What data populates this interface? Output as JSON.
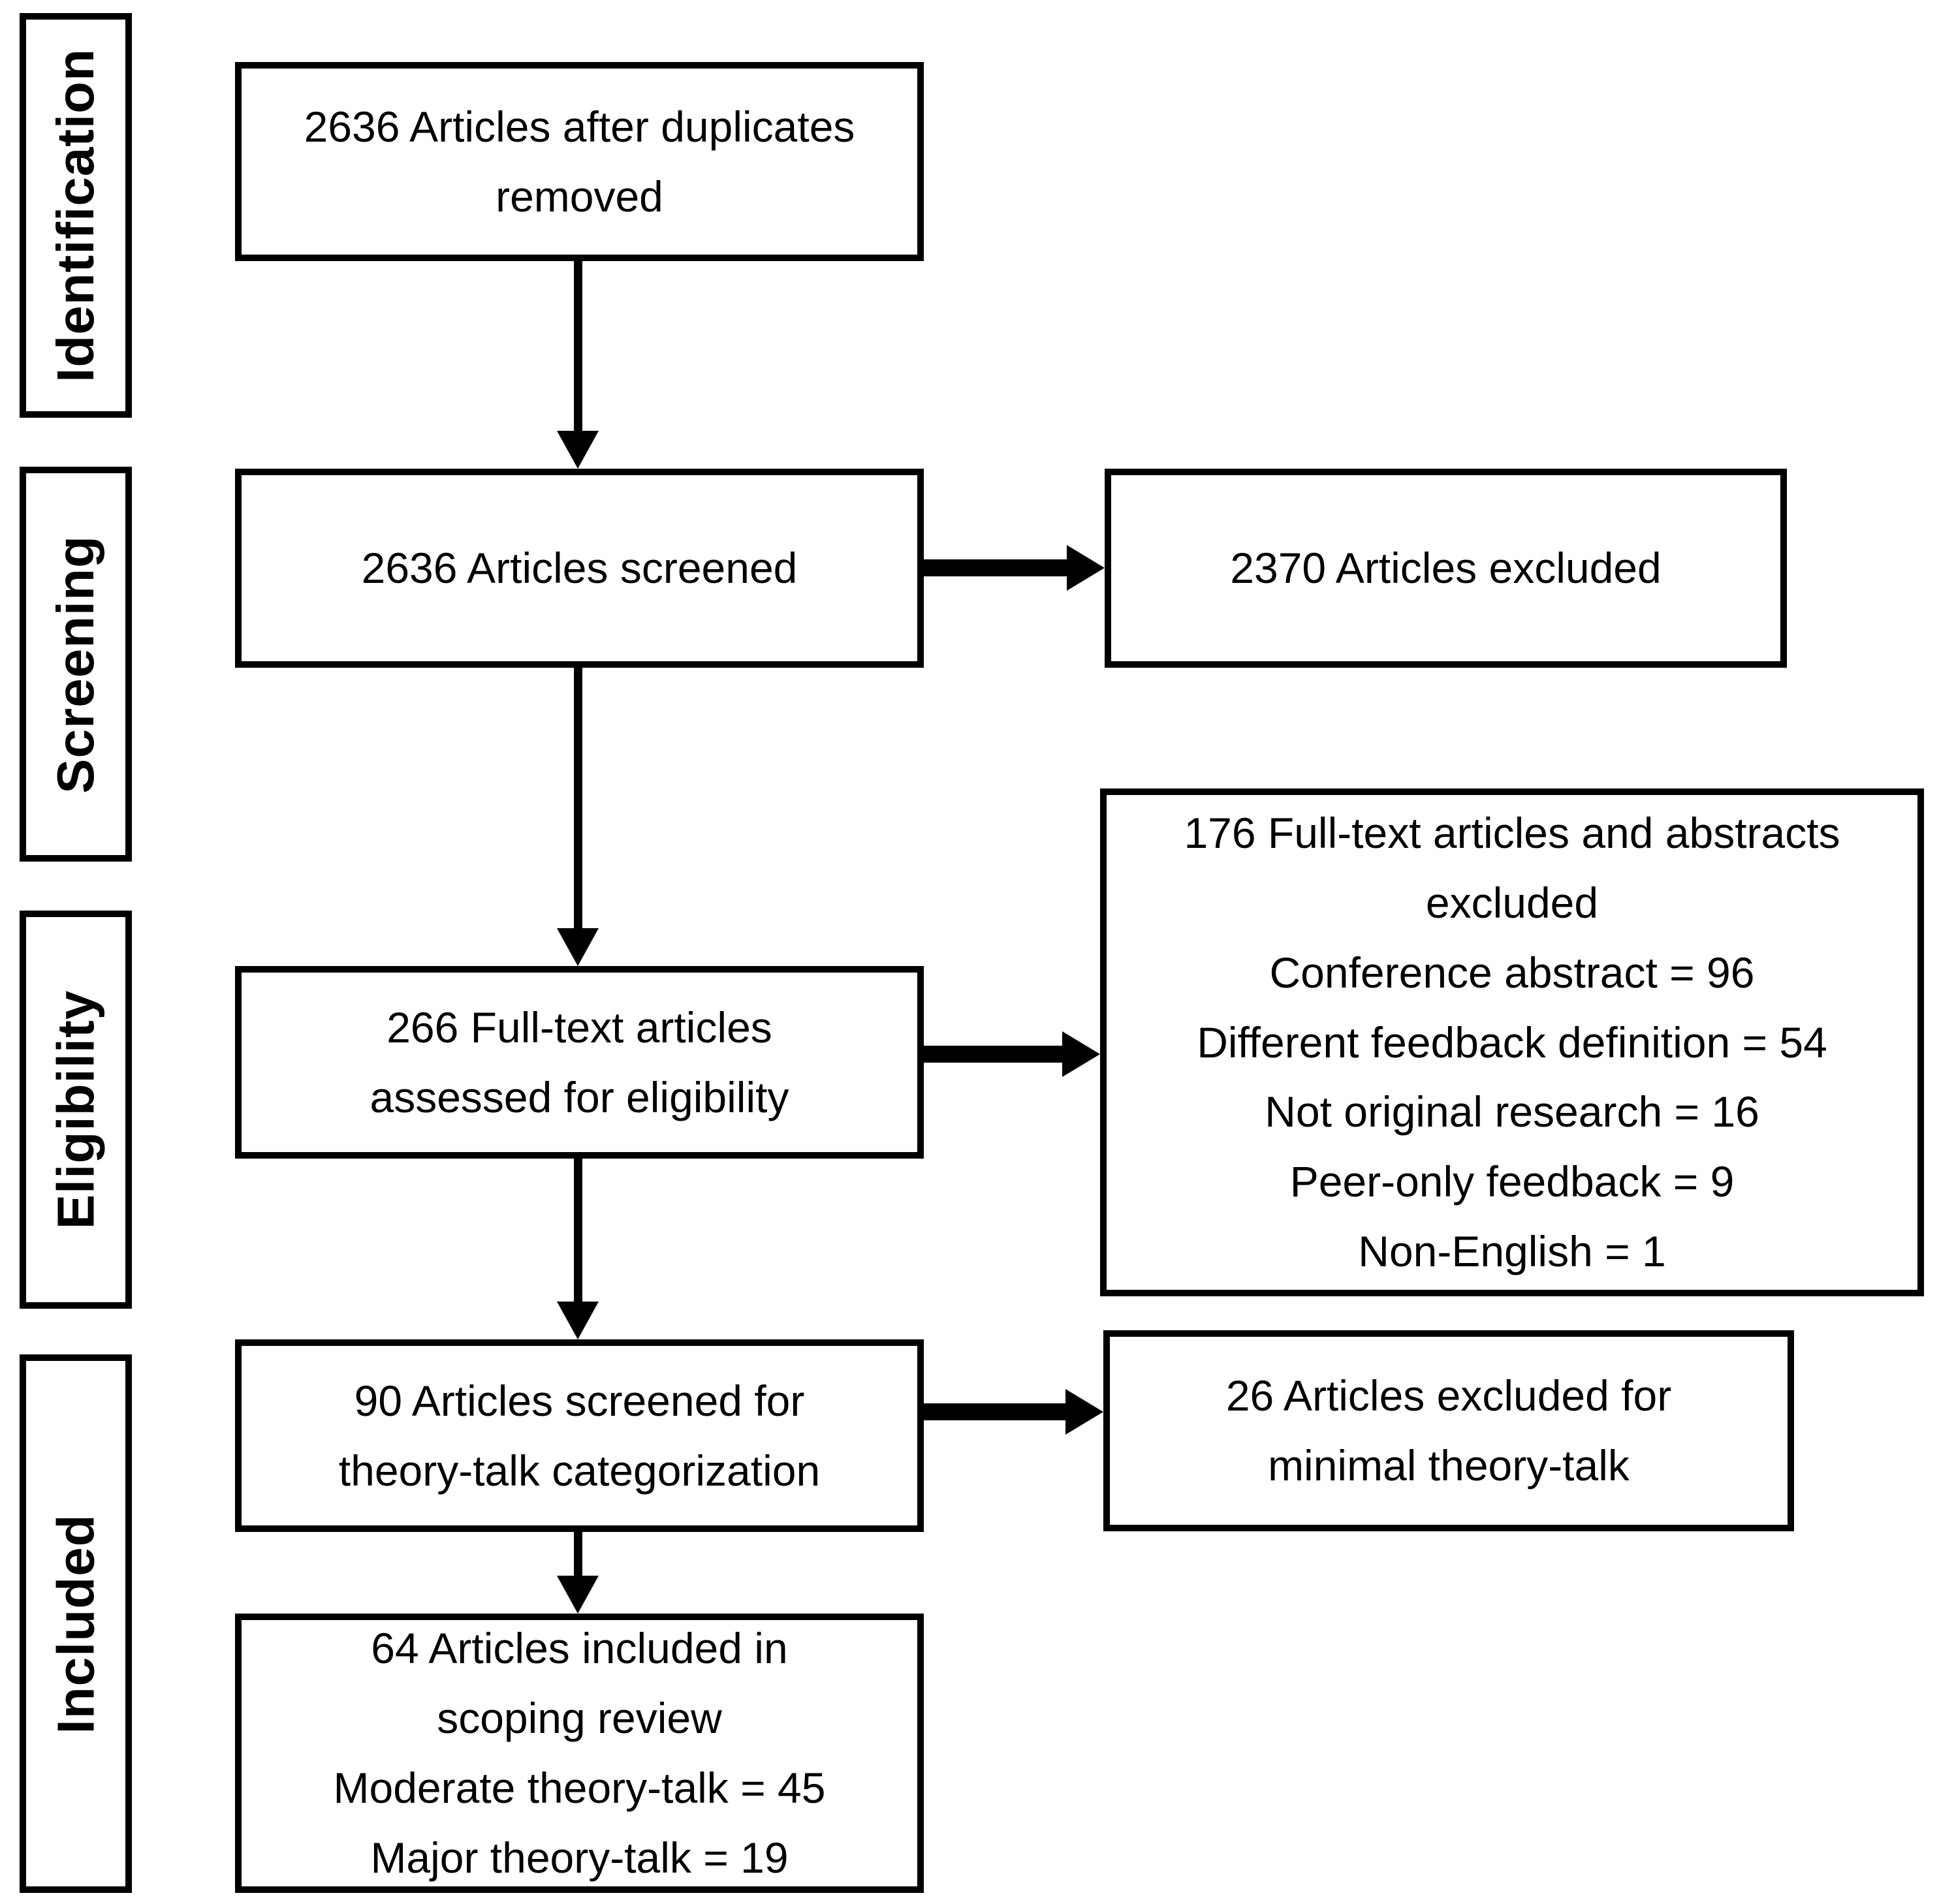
{
  "figure": {
    "title": "PRISMA flow diagram",
    "background_color": "#ffffff",
    "line_color": "#000000",
    "stages": {
      "identification": "Identification",
      "screening": "Screening",
      "eligibility": "Eligibility",
      "included": "Included"
    },
    "boxes": {
      "duplicates_removed": {
        "lines": [
          "2636 Articles after duplicates",
          "removed"
        ]
      },
      "articles_screened": {
        "lines": [
          "2636 Articles screened"
        ]
      },
      "fulltext_assessed": {
        "lines": [
          "266 Full-text articles",
          "assessed for eligibility"
        ]
      },
      "theory_talk_screened": {
        "lines": [
          "90 Articles screened for",
          "theory-talk categorization"
        ]
      },
      "included_scoping_review": {
        "lines": [
          "64 Articles included in",
          "scoping review",
          "Moderate theory-talk = 45",
          "Major theory-talk = 19"
        ]
      },
      "articles_excluded": {
        "lines": [
          "2370 Articles excluded"
        ]
      },
      "fulltext_excluded": {
        "lines": [
          "176 Full-text articles and abstracts",
          "excluded",
          "Conference abstract = 96",
          "Different feedback definition = 54",
          "Not original research = 16",
          "Peer-only feedback = 9",
          "Non-English = 1"
        ]
      },
      "minimal_theory_talk_excluded": {
        "lines": [
          "26 Articles excluded for",
          "minimal theory-talk"
        ]
      }
    }
  }
}
